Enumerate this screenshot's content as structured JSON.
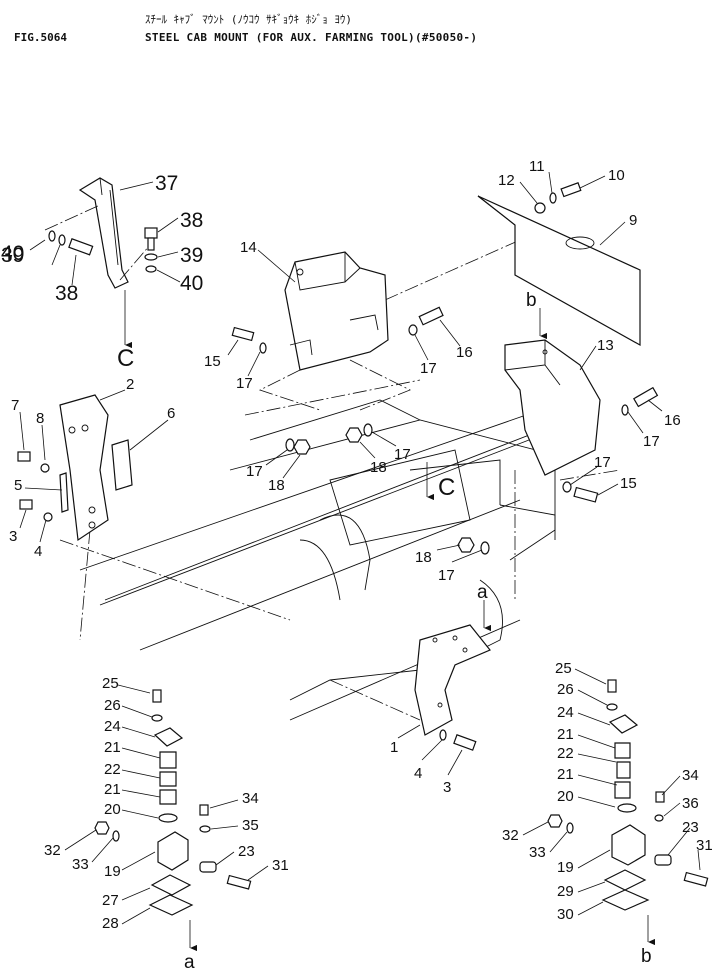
{
  "header": {
    "figure_number": "FIG.5064",
    "title_jp": "ｽﾁｰﾙ ｷｬﾌﾞ ﾏｳﾝﾄ (ﾉｳｺｳ ｻｷﾞｮｳｷ ﾎｼﾞｮ ﾖｳ)",
    "title_en": "STEEL CAB MOUNT (FOR AUX. FARMING TOOL)(#50050-)"
  },
  "callouts": [
    {
      "id": "c37",
      "text": "37"
    },
    {
      "id": "c38a",
      "text": "38"
    },
    {
      "id": "c39a",
      "text": "39"
    },
    {
      "id": "c40a",
      "text": "40"
    },
    {
      "id": "c40b",
      "text": "40"
    },
    {
      "id": "c39b",
      "text": "39"
    },
    {
      "id": "c38b",
      "text": "38"
    },
    {
      "id": "c11",
      "text": "11"
    },
    {
      "id": "c12",
      "text": "12"
    },
    {
      "id": "c10",
      "text": "10"
    },
    {
      "id": "c9",
      "text": "9"
    },
    {
      "id": "c14",
      "text": "14"
    },
    {
      "id": "c15a",
      "text": "15"
    },
    {
      "id": "c17a",
      "text": "17"
    },
    {
      "id": "c17b",
      "text": "17"
    },
    {
      "id": "c16a",
      "text": "16"
    },
    {
      "id": "c13",
      "text": "13"
    },
    {
      "id": "c16b",
      "text": "16"
    },
    {
      "id": "c17c",
      "text": "17"
    },
    {
      "id": "c17d",
      "text": "17"
    },
    {
      "id": "c15b",
      "text": "15"
    },
    {
      "id": "c2",
      "text": "2"
    },
    {
      "id": "c7",
      "text": "7"
    },
    {
      "id": "c8",
      "text": "8"
    },
    {
      "id": "c6",
      "text": "6"
    },
    {
      "id": "c5",
      "text": "5"
    },
    {
      "id": "c3a",
      "text": "3"
    },
    {
      "id": "c4a",
      "text": "4"
    },
    {
      "id": "c17e",
      "text": "17"
    },
    {
      "id": "c18a",
      "text": "18"
    },
    {
      "id": "c18b",
      "text": "18"
    },
    {
      "id": "c17f",
      "text": "17"
    },
    {
      "id": "c18c",
      "text": "18"
    },
    {
      "id": "c17g",
      "text": "17"
    },
    {
      "id": "c1",
      "text": "1"
    },
    {
      "id": "c4b",
      "text": "4"
    },
    {
      "id": "c3b",
      "text": "3"
    },
    {
      "id": "l25",
      "text": "25"
    },
    {
      "id": "l26",
      "text": "26"
    },
    {
      "id": "l24",
      "text": "24"
    },
    {
      "id": "l21a",
      "text": "21"
    },
    {
      "id": "l22",
      "text": "22"
    },
    {
      "id": "l21b",
      "text": "21"
    },
    {
      "id": "l20",
      "text": "20"
    },
    {
      "id": "l34",
      "text": "34"
    },
    {
      "id": "l35",
      "text": "35"
    },
    {
      "id": "l32",
      "text": "32"
    },
    {
      "id": "l33",
      "text": "33"
    },
    {
      "id": "l19",
      "text": "19"
    },
    {
      "id": "l23",
      "text": "23"
    },
    {
      "id": "l31",
      "text": "31"
    },
    {
      "id": "l27",
      "text": "27"
    },
    {
      "id": "l28",
      "text": "28"
    },
    {
      "id": "r25",
      "text": "25"
    },
    {
      "id": "r26",
      "text": "26"
    },
    {
      "id": "r24",
      "text": "24"
    },
    {
      "id": "r21a",
      "text": "21"
    },
    {
      "id": "r22",
      "text": "22"
    },
    {
      "id": "r21b",
      "text": "21"
    },
    {
      "id": "r34",
      "text": "34"
    },
    {
      "id": "r20",
      "text": "20"
    },
    {
      "id": "r36",
      "text": "36"
    },
    {
      "id": "r23",
      "text": "23"
    },
    {
      "id": "r32",
      "text": "32"
    },
    {
      "id": "r33",
      "text": "33"
    },
    {
      "id": "r31",
      "text": "31"
    },
    {
      "id": "r19",
      "text": "19"
    },
    {
      "id": "r29",
      "text": "29"
    },
    {
      "id": "r30",
      "text": "30"
    }
  ],
  "view_refs": [
    {
      "id": "vC1",
      "text": "C"
    },
    {
      "id": "vC2",
      "text": "C"
    },
    {
      "id": "vb1",
      "text": "b"
    },
    {
      "id": "vb2",
      "text": "b"
    },
    {
      "id": "va1",
      "text": "a"
    },
    {
      "id": "va2",
      "text": "a"
    }
  ]
}
